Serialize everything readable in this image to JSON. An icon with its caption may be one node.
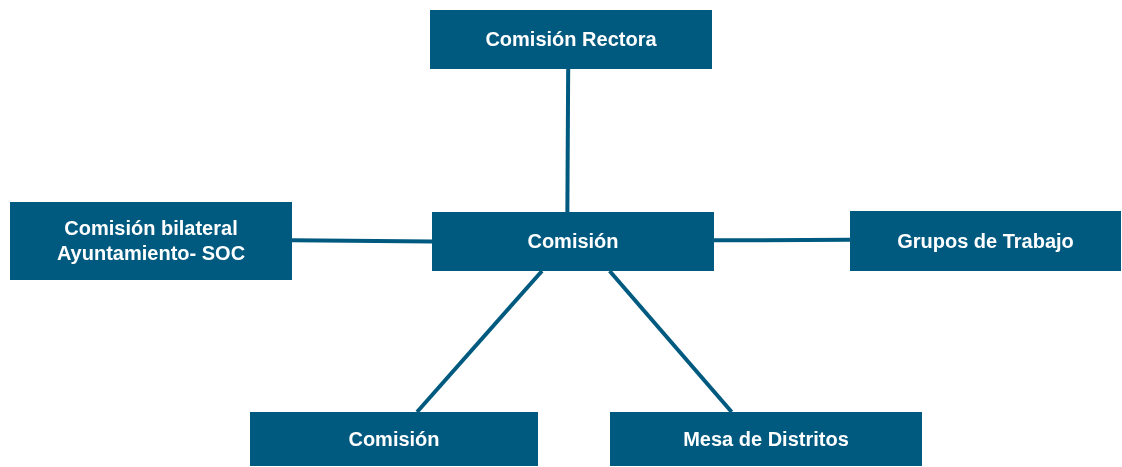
{
  "diagram": {
    "nodes": [
      {
        "text": [
          "Comisión Rectora"
        ]
      },
      {
        "text": [
          "Comisión bilateral Ayuntamiento- SOC"
        ]
      },
      {
        "text": [
          "Comisión"
        ]
      },
      {
        "text": [
          "Grupos de Trabajo"
        ]
      },
      {
        "text": [
          "Comisión"
        ]
      },
      {
        "text": [
          "Mesa de Distritos"
        ]
      }
    ],
    "edges": [
      {
        "from": 0,
        "to": 2,
        "arrow": "none"
      },
      {
        "from": 1,
        "to": 2,
        "arrow": "none"
      },
      {
        "from": 2,
        "to": 3,
        "arrow": "none"
      },
      {
        "from": 2,
        "to": 4,
        "arrow": "none"
      },
      {
        "from": 2,
        "to": 5,
        "arrow": "none"
      }
    ]
  }
}
